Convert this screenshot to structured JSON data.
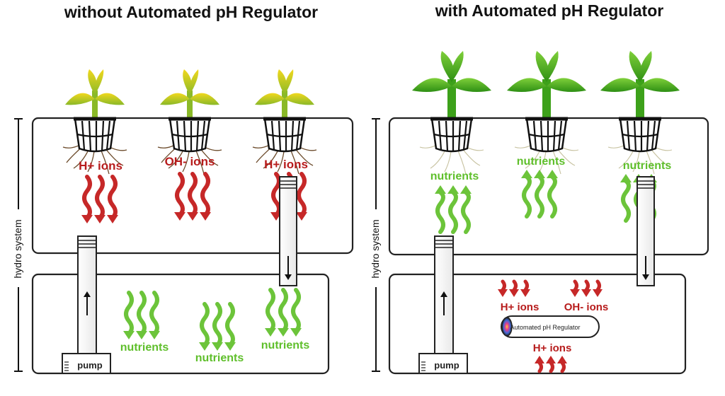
{
  "colors": {
    "red_arrow": "#c62828",
    "green_arrow": "#6cc43a",
    "leaf_yellow": "#e6cf16",
    "leaf_yellow_green": "#9cc22f",
    "leaf_green": "#3da11a",
    "tank_stroke": "#222222"
  },
  "left_panel": {
    "title": "without Automated pH Regulator",
    "side_label": "hydro system",
    "top_labels": [
      "H+ ions",
      "OH- ions",
      "H+ ions"
    ],
    "bottom_labels": [
      "nutrients",
      "nutrients",
      "nutrients"
    ],
    "pump_label": "pump",
    "plant_health": "yellowing"
  },
  "right_panel": {
    "title": "with Automated pH Regulator",
    "side_label": "hydro system",
    "top_labels": [
      "nutrients",
      "nutrients",
      "nutrients"
    ],
    "bottom_labels": [
      "H+ ions",
      "OH- ions",
      "H+ ions"
    ],
    "regulator_label": "Automated pH Regulator",
    "pump_label": "pump",
    "plant_health": "healthy"
  }
}
